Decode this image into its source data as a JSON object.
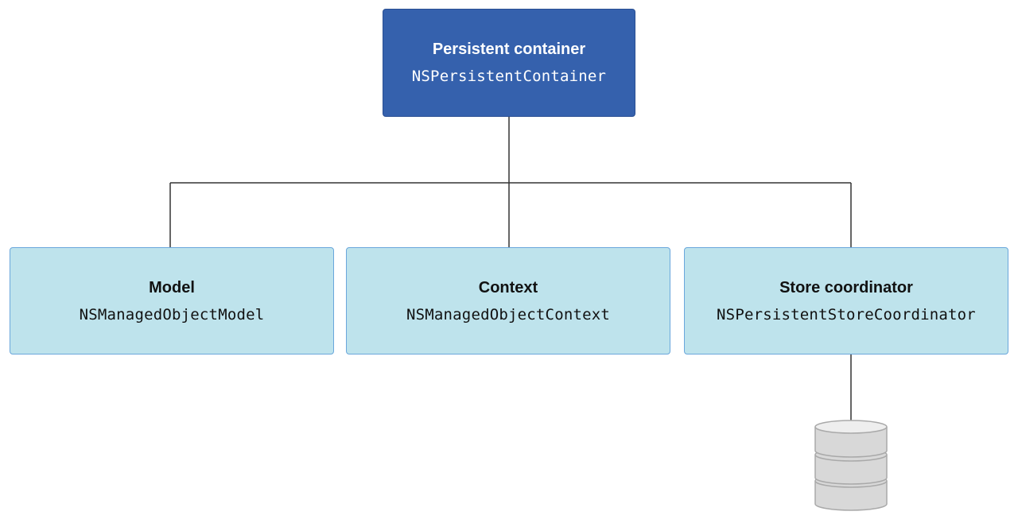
{
  "diagram": {
    "container": {
      "title": "Persistent container",
      "class_name": "NSPersistentContainer"
    },
    "children": [
      {
        "title": "Model",
        "class_name": "NSManagedObjectModel"
      },
      {
        "title": "Context",
        "class_name": "NSManagedObjectContext"
      },
      {
        "title": "Store coordinator",
        "class_name": "NSPersistentStoreCoordinator"
      }
    ],
    "store_icon": "database-icon"
  },
  "colors": {
    "container_fill": "#3561ad",
    "child_fill": "#bee3ec",
    "child_border": "#6aa7dc",
    "connector": "#333333",
    "database_fill": "#d8d8d8",
    "database_stroke": "#a9a9a9"
  }
}
